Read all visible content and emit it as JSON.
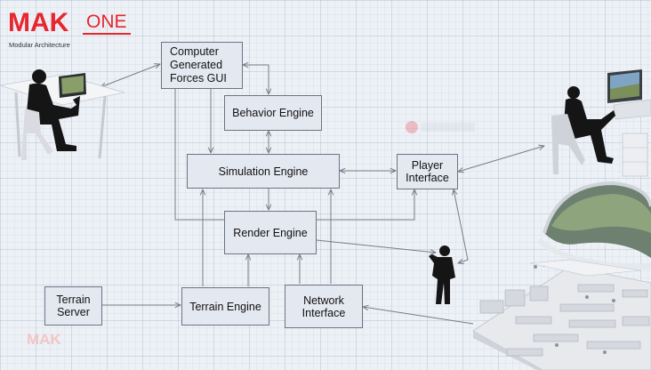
{
  "logo": {
    "brand": "MAK",
    "product": "ONE",
    "subtitle": "Modular Architecture",
    "watermark": "MAK"
  },
  "boxes": {
    "cgf": [
      "Computer",
      "Generated",
      "Forces GUI"
    ],
    "behavior": "Behavior Engine",
    "simulation": "Simulation Engine",
    "player": [
      "Player",
      "Interface"
    ],
    "render": "Render Engine",
    "terrain_server": [
      "Terrain",
      "Server"
    ],
    "terrain_engine": "Terrain Engine",
    "network": [
      "Network",
      "Interface"
    ]
  },
  "colors": {
    "brand_red": "#e8262f",
    "box_fill": "#e4e8f1",
    "box_border": "#6d7480",
    "line": "#777d86",
    "background": "#edf1f6"
  },
  "illustrations": [
    "operator-at-desk-icon",
    "pilot-simulator-icon",
    "dome-display-icon",
    "soldier-figure-icon",
    "command-center-room-icon"
  ]
}
